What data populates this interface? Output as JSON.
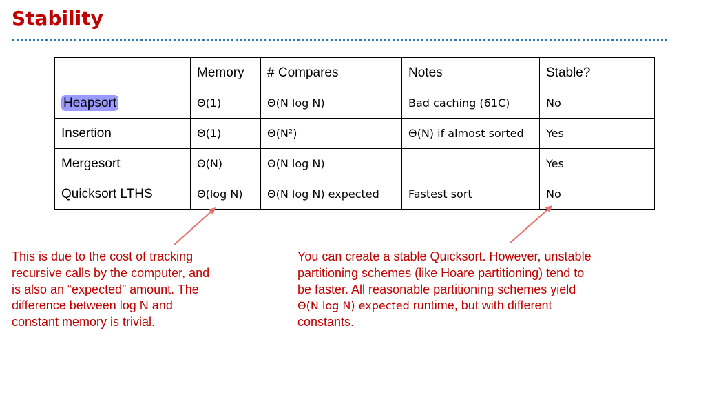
{
  "slide": {
    "title": "Stability"
  },
  "table": {
    "headers": [
      "",
      "Memory",
      "# Compares",
      "Notes",
      "Stable?"
    ],
    "rows": [
      {
        "name": "Heapsort",
        "memory": "Θ(1)",
        "compares": "Θ(N log N)",
        "notes": "Bad caching (61C)",
        "stable": "No",
        "highlighted": true
      },
      {
        "name": "Insertion",
        "memory": "Θ(1)",
        "compares": "Θ(N²)",
        "notes": "Θ(N) if almost sorted",
        "stable": "Yes"
      },
      {
        "name": "Mergesort",
        "memory": "Θ(N)",
        "compares": "Θ(N log N)",
        "notes": "",
        "stable": "Yes"
      },
      {
        "name": "Quicksort LTHS",
        "memory": "Θ(log N)",
        "compares": "Θ(N log N) expected",
        "notes": "Fastest sort",
        "stable": "No"
      }
    ]
  },
  "notes": {
    "left": "This is due to the cost of tracking recursive calls by the computer, and is also an “expected” amount. The difference between log N and constant memory is trivial.",
    "right_before": "You can create a stable Quicksort. However, unstable partitioning schemes (like Hoare partitioning) tend to be faster. All reasonable partitioning schemes yield ",
    "right_theta": "Θ(N log N) expected",
    "right_after": " runtime, but with different constants."
  },
  "colors": {
    "title": "#c00000",
    "note_text": "#c00000",
    "arrow": "#e57373",
    "divider": "#2e74b5",
    "highlight": "#9999ff"
  }
}
